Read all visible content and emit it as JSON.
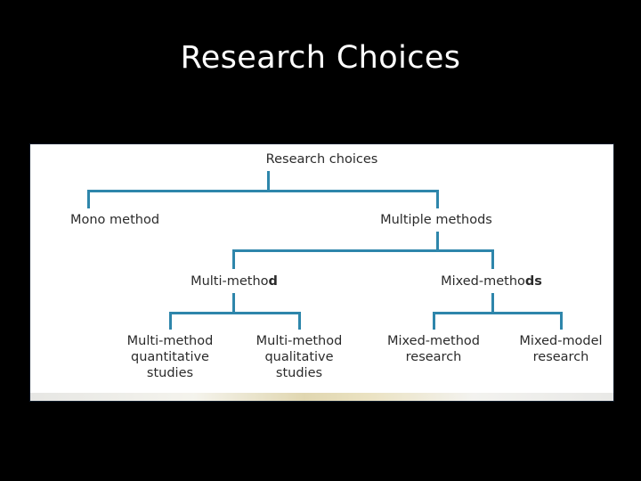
{
  "slide": {
    "title": "Research Choices",
    "background_color": "#000000",
    "title_color": "#ffffff"
  },
  "figure": {
    "panel_background": "#ffffff",
    "line_color": "#2e86ab",
    "text_color": "#2b2b2b",
    "nodes": {
      "root": "Research choices",
      "mono_method": "Mono method",
      "multiple_methods": "Multiple methods",
      "multi_method_prefix": "Multi-metho",
      "multi_method_bold": "d",
      "mixed_methods_prefix": "Mixed-metho",
      "mixed_methods_bold": "ds",
      "multi_quant": "Multi-method\nquantitative\nstudies",
      "multi_qual": "Multi-method\nqualitative\nstudies",
      "mixed_method_research": "Mixed-method\nresearch",
      "mixed_model_research": "Mixed-model\nresearch"
    }
  },
  "chart_data": {
    "type": "diagram",
    "diagram_kind": "hierarchy-tree",
    "title": "Research choices",
    "levels": 4,
    "nodes": [
      {
        "id": "research-choices",
        "label": "Research choices",
        "level": 0,
        "parent": null
      },
      {
        "id": "mono-method",
        "label": "Mono method",
        "level": 1,
        "parent": "research-choices"
      },
      {
        "id": "multiple-methods",
        "label": "Multiple methods",
        "level": 1,
        "parent": "research-choices"
      },
      {
        "id": "multi-method",
        "label": "Multi-method",
        "level": 2,
        "parent": "multiple-methods",
        "emphasis": "trailing 'd' in bold"
      },
      {
        "id": "mixed-methods",
        "label": "Mixed-methods",
        "level": 2,
        "parent": "multiple-methods",
        "emphasis": "trailing 'ds' in bold"
      },
      {
        "id": "multi-method-quantitative-studies",
        "label": "Multi-method quantitative studies",
        "level": 3,
        "parent": "multi-method"
      },
      {
        "id": "multi-method-qualitative-studies",
        "label": "Multi-method qualitative studies",
        "level": 3,
        "parent": "multi-method"
      },
      {
        "id": "mixed-method-research",
        "label": "Mixed-method research",
        "level": 3,
        "parent": "mixed-methods"
      },
      {
        "id": "mixed-model-research",
        "label": "Mixed-model research",
        "level": 3,
        "parent": "mixed-methods"
      }
    ],
    "edges": [
      [
        "research-choices",
        "mono-method"
      ],
      [
        "research-choices",
        "multiple-methods"
      ],
      [
        "multiple-methods",
        "multi-method"
      ],
      [
        "multiple-methods",
        "mixed-methods"
      ],
      [
        "multi-method",
        "multi-method-quantitative-studies"
      ],
      [
        "multi-method",
        "multi-method-qualitative-studies"
      ],
      [
        "mixed-methods",
        "mixed-method-research"
      ],
      [
        "mixed-methods",
        "mixed-model-research"
      ]
    ]
  }
}
